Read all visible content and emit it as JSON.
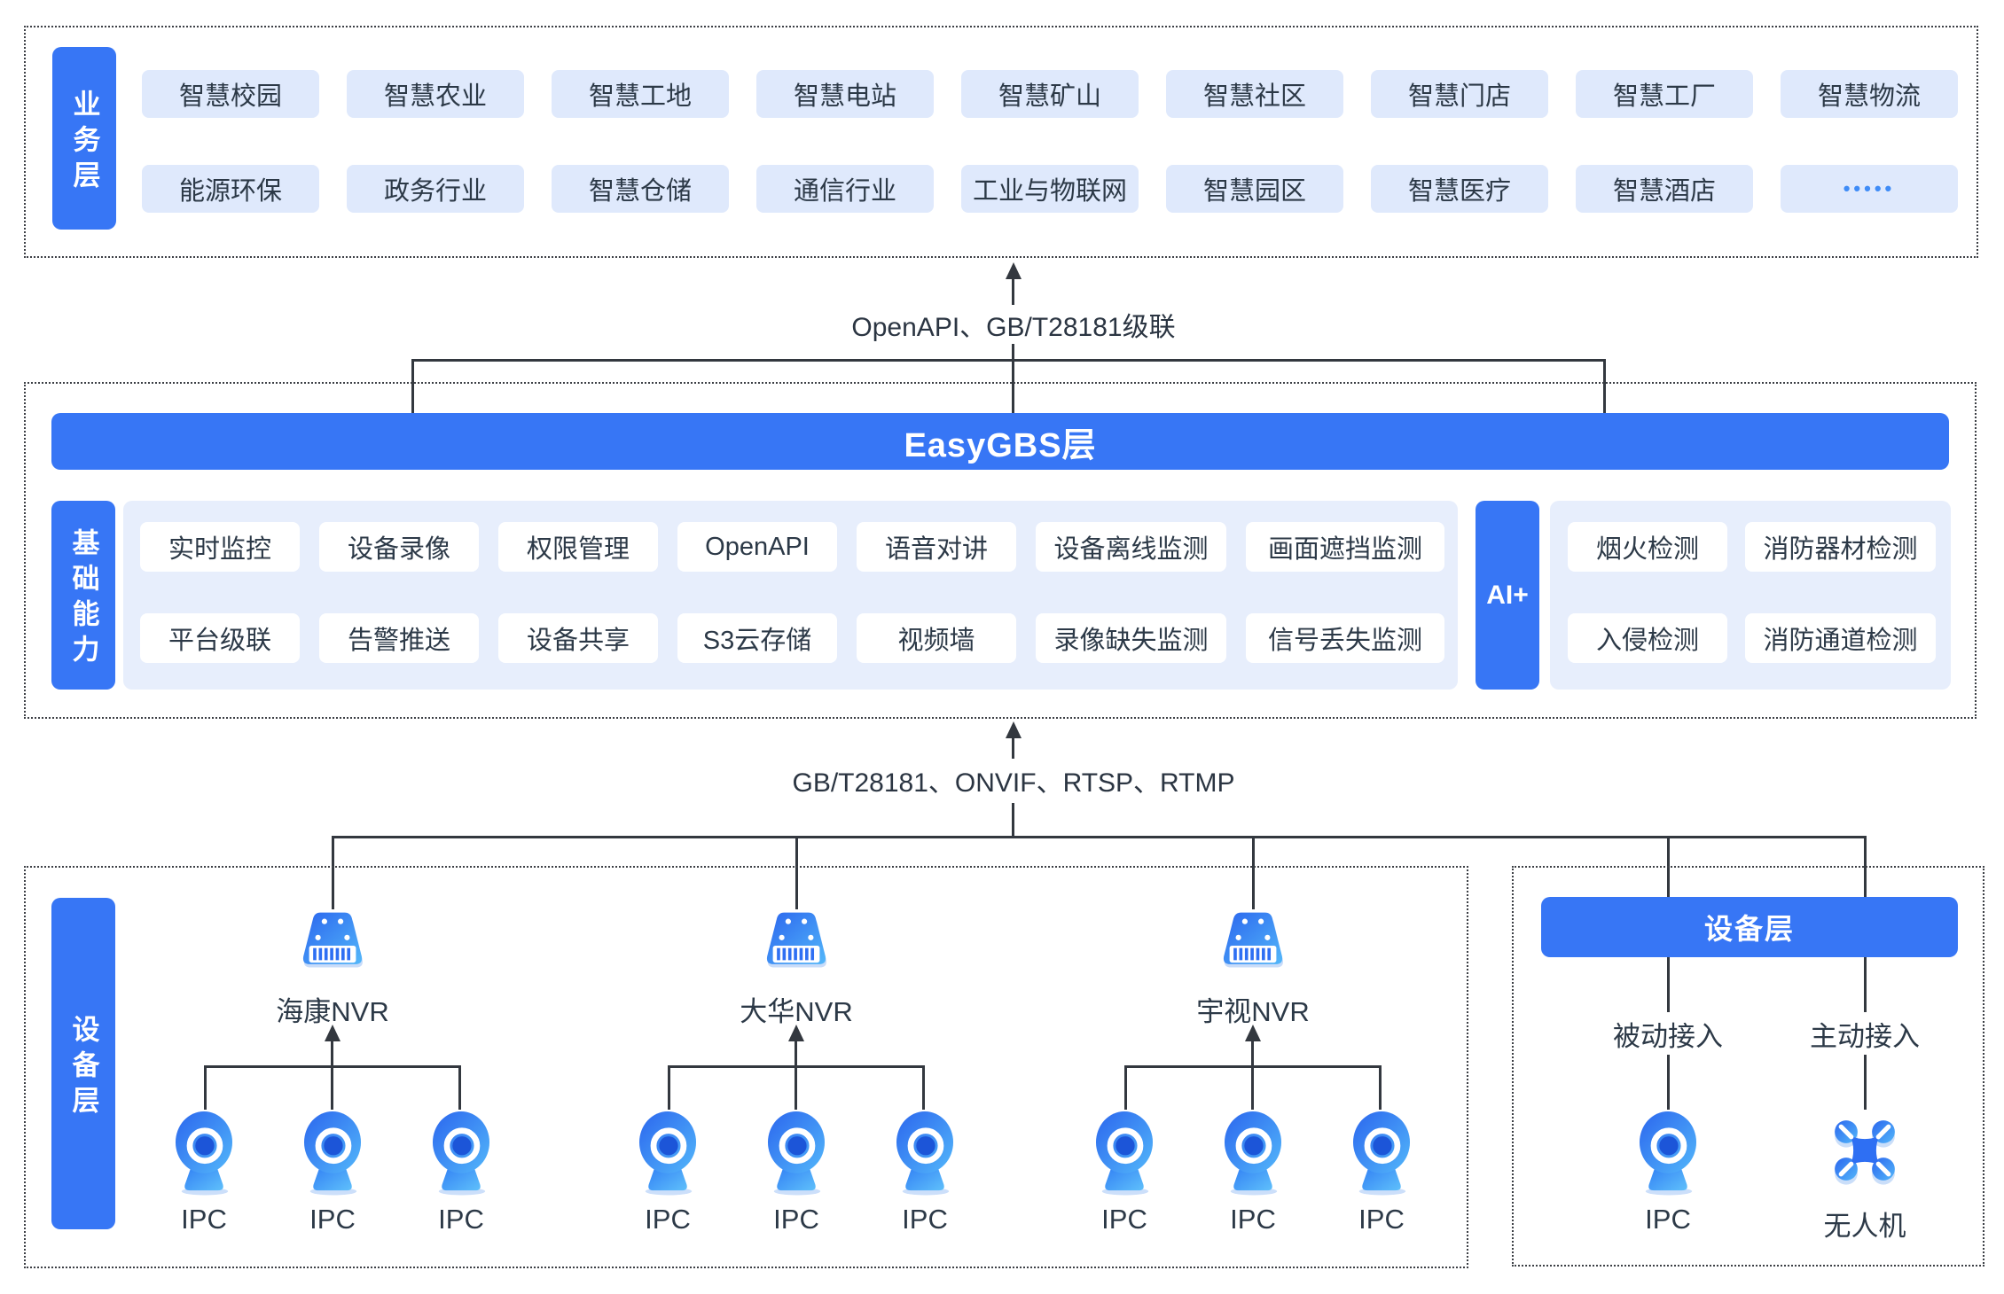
{
  "colors": {
    "primary_blue": "#3776f5",
    "chip_light_blue": "#dfe9fc",
    "panel_light_blue": "#e7eefc",
    "line_dark": "#33383f",
    "icon_gradient_start": "#2b66ee",
    "icon_gradient_end": "#53b7fa"
  },
  "business_layer": {
    "label": "业务层",
    "row1": [
      "智慧校园",
      "智慧农业",
      "智慧工地",
      "智慧电站",
      "智慧矿山",
      "智慧社区",
      "智慧门店",
      "智慧工厂",
      "智慧物流"
    ],
    "row2": [
      "能源环保",
      "政务行业",
      "智慧仓储",
      "通信行业",
      "工业与物联网",
      "智慧园区",
      "智慧医疗",
      "智慧酒店"
    ],
    "more_indicator": "•••••"
  },
  "links": {
    "business_to_easygbs": "OpenAPI、GB/T28181级联",
    "devices_to_easygbs": "GB/T28181、ONVIF、RTSP、RTMP"
  },
  "easygbs_layer": {
    "title": "EasyGBS层",
    "capability_label": "基础能力",
    "row1": [
      "实时监控",
      "设备录像",
      "权限管理",
      "OpenAPI",
      "语音对讲",
      "设备离线监测",
      "画面遮挡监测"
    ],
    "row2": [
      "平台级联",
      "告警推送",
      "设备共享",
      "S3云存储",
      "视频墙",
      "录像缺失监测",
      "信号丢失监测"
    ],
    "ai": {
      "label": "AI+",
      "row1": [
        "烟火检测",
        "消防器材检测"
      ],
      "row2": [
        "入侵检测",
        "消防通道检测"
      ]
    }
  },
  "device_layer": {
    "label": "设备层",
    "nvr_groups": [
      {
        "name": "海康NVR",
        "cameras": [
          "IPC",
          "IPC",
          "IPC"
        ]
      },
      {
        "name": "大华NVR",
        "cameras": [
          "IPC",
          "IPC",
          "IPC"
        ]
      },
      {
        "name": "宇视NVR",
        "cameras": [
          "IPC",
          "IPC",
          "IPC"
        ]
      }
    ],
    "access_panel": {
      "title": "设备层",
      "columns": [
        {
          "mode": "被动接入",
          "device": "IPC"
        },
        {
          "mode": "主动接入",
          "device": "无人机"
        }
      ]
    }
  }
}
